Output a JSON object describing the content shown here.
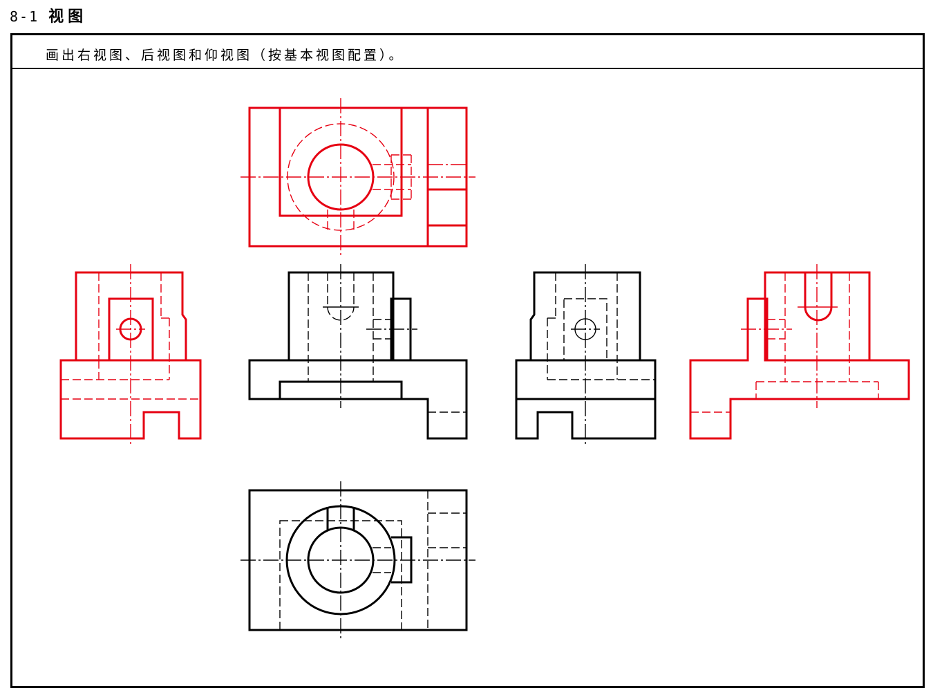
{
  "section": {
    "number": "8-1",
    "title": "视图"
  },
  "instruction": "画出右视图、后视图和仰视图（按基本视图配置）。",
  "colors": {
    "answer_lines": "#e60012",
    "given_lines": "#000000"
  },
  "views": {
    "top": {
      "role": "answer",
      "name": "bottom-view"
    },
    "left": {
      "role": "answer",
      "name": "right-view"
    },
    "front": {
      "role": "given",
      "name": "front-view"
    },
    "right": {
      "role": "given",
      "name": "left-view"
    },
    "far_right": {
      "role": "answer",
      "name": "back-view"
    },
    "bottom": {
      "role": "given",
      "name": "top-view"
    }
  }
}
